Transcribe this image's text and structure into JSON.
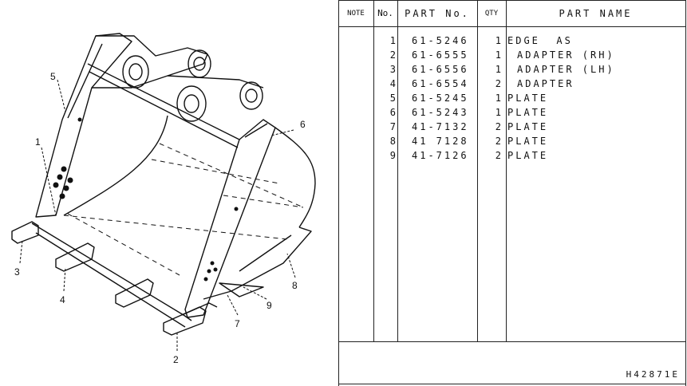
{
  "table": {
    "headers": {
      "note": "NOTE",
      "no": "No.",
      "part_no": "PART  No.",
      "qty": "QTY",
      "part_name": "PART  NAME"
    },
    "rows": [
      {
        "no": "1",
        "part_no": "61-5246",
        "qty": "1",
        "name": "EDGE  AS",
        "indent": false
      },
      {
        "no": "2",
        "part_no": "61-6555",
        "qty": "1",
        "name": "ADAPTER (RH)",
        "indent": true
      },
      {
        "no": "3",
        "part_no": "61-6556",
        "qty": "1",
        "name": "ADAPTER (LH)",
        "indent": true
      },
      {
        "no": "4",
        "part_no": "61-6554",
        "qty": "2",
        "name": "ADAPTER",
        "indent": true
      },
      {
        "no": "5",
        "part_no": "61-5245",
        "qty": "1",
        "name": "PLATE",
        "indent": false
      },
      {
        "no": "6",
        "part_no": "61-5243",
        "qty": "1",
        "name": "PLATE",
        "indent": false
      },
      {
        "no": "7",
        "part_no": "41-7132",
        "qty": "2",
        "name": "PLATE",
        "indent": false
      },
      {
        "no": "8",
        "part_no": "41 7128",
        "qty": "2",
        "name": "PLATE",
        "indent": false
      },
      {
        "no": "9",
        "part_no": "41-7126",
        "qty": "2",
        "name": "PLATE",
        "indent": false
      }
    ]
  },
  "drawing_code": "H42871E",
  "callouts": [
    "1",
    "2",
    "3",
    "4",
    "5",
    "6",
    "7",
    "8",
    "9"
  ]
}
